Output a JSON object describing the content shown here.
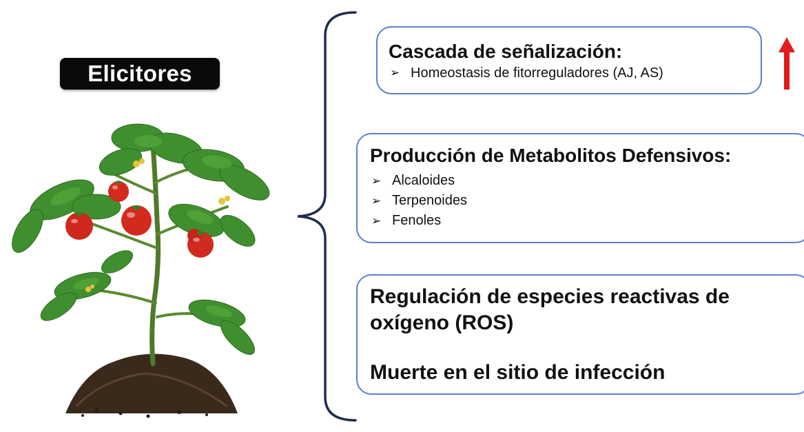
{
  "elicitors_label": "Elicitores",
  "signaling": {
    "title": "Cascada de señalización:",
    "items": [
      "Homeostasis de fitorreguladores (AJ, AS)"
    ]
  },
  "metabolites": {
    "title": "Producción de Metabolitos Defensivos:",
    "items": [
      "Alcaloides",
      "Terpenoides",
      "Fenoles"
    ]
  },
  "ros": {
    "line1": "Regulación de especies reactivas de oxígeno (ROS)",
    "line2": "Muerte en el sitio de infección"
  },
  "colors": {
    "card_border": "#5b7fc7",
    "brace": "#1f2d4d",
    "up_arrow": "#e31b1b",
    "label_bg": "#0a0a0a"
  },
  "icons": {
    "bullet": "arrowhead-bullet-icon",
    "increase": "red-up-arrow-icon",
    "plant": "tomato-plant-illustration"
  }
}
